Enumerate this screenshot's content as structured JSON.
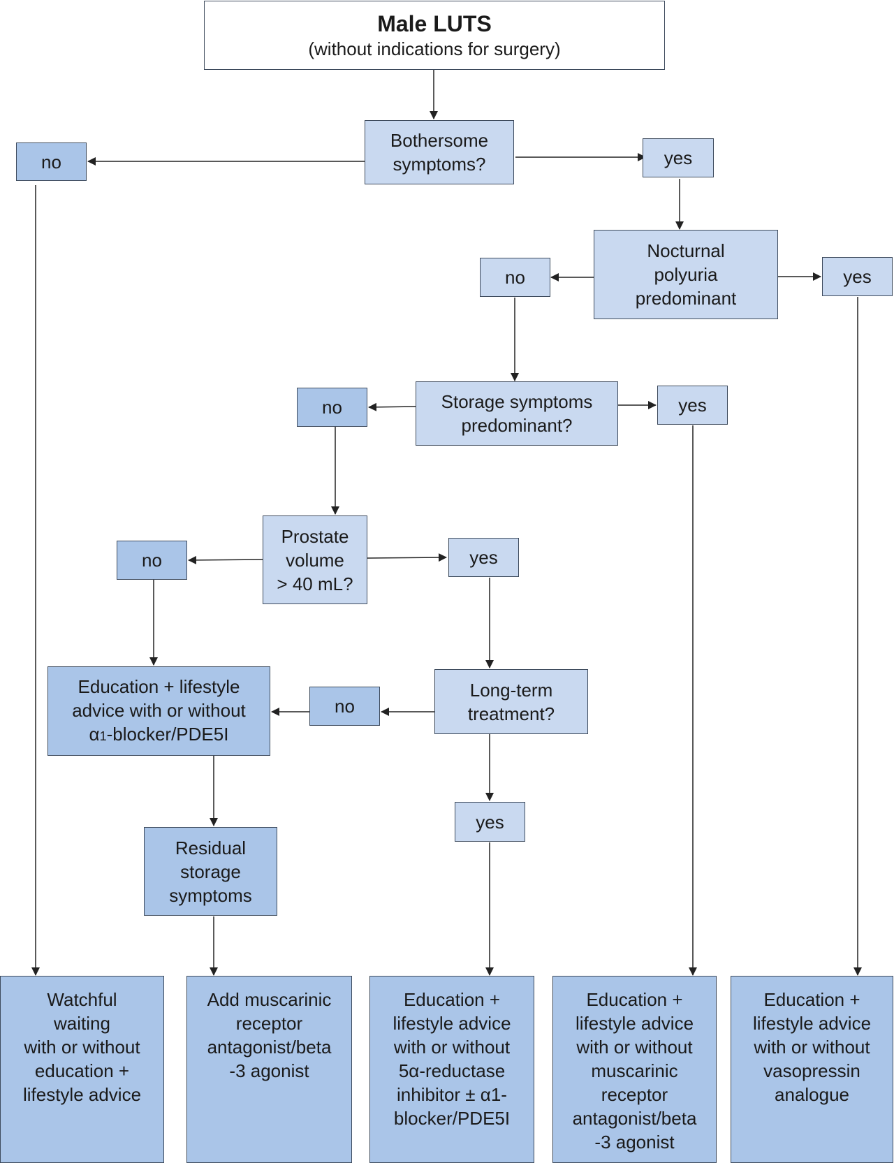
{
  "title": {
    "main": "Male LUTS",
    "sub": "(without indications for surgery)"
  },
  "nodes": {
    "bothersome": [
      "Bothersome",
      "symptoms?"
    ],
    "no1": "no",
    "yes1": "yes",
    "nocturnal": [
      "Nocturnal",
      "polyuria",
      "predominant"
    ],
    "no2": "no",
    "yes2": "yes",
    "storage": [
      "Storage symptoms",
      "predominant?"
    ],
    "no3": "no",
    "yes3": "yes",
    "prostate": [
      "Prostate",
      "volume",
      "> 40 mL?"
    ],
    "no4": "no",
    "yes4": "yes",
    "education_alpha": [
      "Education + lifestyle",
      "advice with or without",
      "α",
      "1",
      "-blocker/PDE5I"
    ],
    "longterm": [
      "Long-term",
      "treatment?"
    ],
    "no5": "no",
    "yes5": "yes",
    "residual": [
      "Residual",
      "storage",
      "symptoms"
    ]
  },
  "outcomes": {
    "watchful": [
      "Watchful",
      "waiting",
      "with or without",
      "education +",
      "lifestyle advice"
    ],
    "muscarinic_add": [
      "Add muscarinic",
      "receptor",
      "antagonist/beta",
      "-3 agonist"
    ],
    "reductase": [
      "Education +",
      "lifestyle advice",
      "with or without",
      "5α-reductase",
      "inhibitor ± α1-",
      "blocker/PDE5I"
    ],
    "muscarinic_edu": [
      "Education +",
      "lifestyle advice",
      "with or without",
      "muscarinic",
      "receptor",
      "antagonist/beta",
      "-3 agonist"
    ],
    "vasopressin": [
      "Education +",
      "lifestyle advice",
      "with or without",
      "vasopressin",
      "analogue"
    ]
  },
  "colors": {
    "decision_fill": "#c9d9f0",
    "outcome_fill": "#aac5e8",
    "border": "#3d4a5c",
    "line": "#222222"
  }
}
